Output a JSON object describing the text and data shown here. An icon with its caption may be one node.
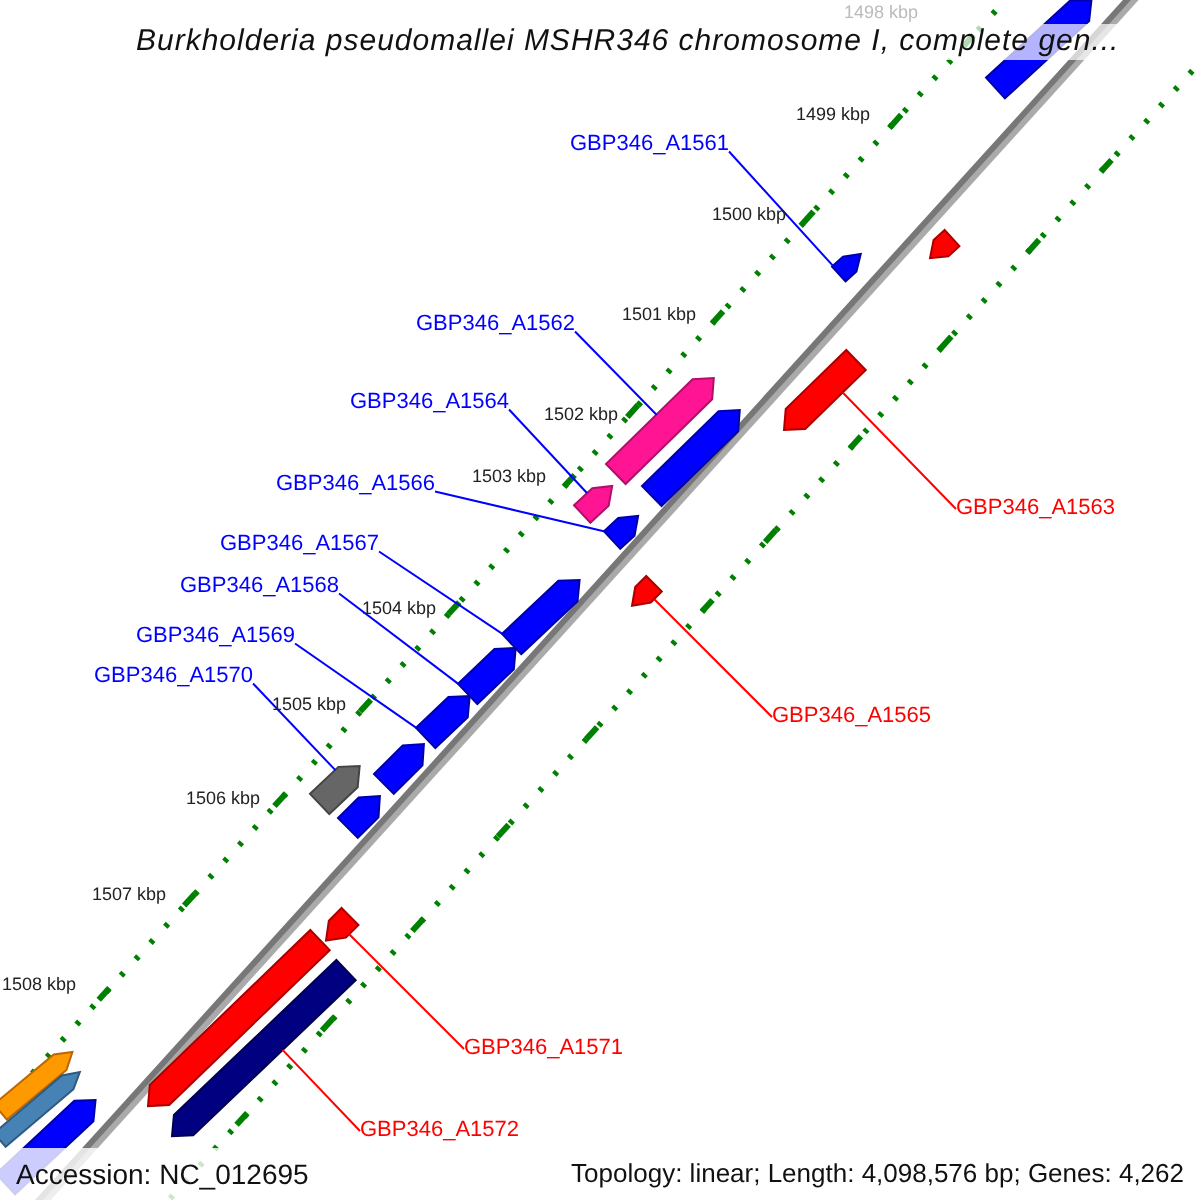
{
  "diagram": {
    "title": "Burkholderia pseudomallei MSHR346 chromosome I, complete gen...",
    "nodes": [
      {
        "text": [],
        "shape": "arrow"
      },
      {
        "text": [
          "GBP346_A1561"
        ]
      },
      {
        "text": [],
        "shape": "arrow"
      },
      {
        "text": [],
        "shape": "arrow"
      },
      {
        "text": [
          "GBP346_A1562"
        ]
      },
      {
        "text": [],
        "shape": "arrow"
      },
      {
        "text": [],
        "shape": "arrow"
      },
      {
        "text": [
          "GBP346_A1563"
        ]
      },
      {
        "text": [],
        "shape": "arrow"
      },
      {
        "text": [
          "GBP346_A1564"
        ]
      },
      {
        "text": [],
        "shape": "arrow"
      },
      {
        "text": [
          "GBP346_A1566"
        ]
      },
      {
        "text": [],
        "shape": "arrow"
      },
      {
        "text": [
          "GBP346_A1565"
        ]
      },
      {
        "text": [],
        "shape": "arrow"
      },
      {
        "text": [
          "GBP346_A1567"
        ]
      },
      {
        "text": [],
        "shape": "arrow"
      },
      {
        "text": [
          "GBP346_A1568"
        ]
      },
      {
        "text": [],
        "shape": "arrow"
      },
      {
        "text": [
          "GBP346_A1569"
        ]
      },
      {
        "text": [],
        "shape": "arrow"
      },
      {
        "text": [],
        "shape": "arrow"
      },
      {
        "text": [
          "GBP346_A1570"
        ]
      },
      {
        "text": [],
        "shape": "arrow"
      },
      {
        "text": [],
        "shape": "arrow"
      },
      {
        "text": [
          "GBP346_A1571"
        ]
      },
      {
        "text": [],
        "shape": "arrow"
      },
      {
        "text": [
          "GBP346_A1572"
        ]
      },
      {
        "text": [],
        "shape": "arrow"
      },
      {
        "text": [],
        "shape": "arrow"
      },
      {
        "text": [],
        "shape": "arrow"
      },
      {
        "text": [],
        "shape": "arrow"
      },
      {
        "text": [],
        "shape": "arrow"
      }
    ],
    "edges": [
      {
        "from": 1,
        "to": 2,
        "arrow": "none"
      },
      {
        "from": 4,
        "to": 5,
        "arrow": "none"
      },
      {
        "from": 7,
        "to": 8,
        "arrow": "none",
        "color": "#ff0000"
      },
      {
        "from": 9,
        "to": 10,
        "arrow": "none"
      },
      {
        "from": 11,
        "to": 12,
        "arrow": "none"
      },
      {
        "from": 13,
        "to": 14,
        "arrow": "none",
        "color": "#ff0000"
      },
      {
        "from": 15,
        "to": 16,
        "arrow": "none"
      },
      {
        "from": 17,
        "to": 18,
        "arrow": "none"
      },
      {
        "from": 19,
        "to": 20,
        "arrow": "none"
      },
      {
        "from": 22,
        "to": 23,
        "arrow": "none"
      },
      {
        "from": 25,
        "to": 26,
        "arrow": "none",
        "color": "#ff0000"
      },
      {
        "from": 27,
        "to": 29,
        "arrow": "none",
        "color": "#ff0000"
      }
    ],
    "labels": [
      "1498 kbp",
      "1499 kbp",
      "1500 kbp",
      "1501 kbp",
      "1502 kbp",
      "1503 kbp",
      "1504 kbp",
      "1505 kbp",
      "1506 kbp",
      "1507 kbp",
      "1508 kbp",
      "Accession: NC_012695",
      "Topology: linear; Length: 4,098,576 bp; Genes: 4,262"
    ]
  }
}
